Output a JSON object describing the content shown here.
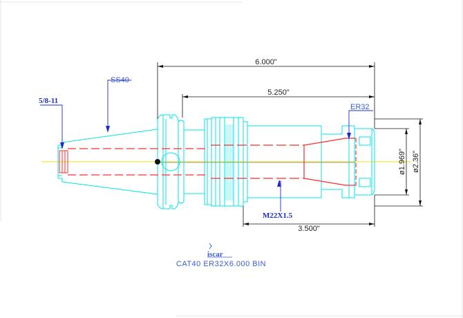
{
  "drawing": {
    "dimensions": {
      "overall_length": "6.000\"",
      "flange_length": "5.250\"",
      "nut_length": "3.500\"",
      "diameter_small": "ø1.969\"",
      "diameter_large": "ø2.36\""
    },
    "callouts": {
      "pull_stud_thread": "5/8-11",
      "taper": "SS40",
      "collet": "ER32",
      "nut_thread": "M22X1.5"
    },
    "title_block": {
      "logo": "iscar",
      "part_name": "CAT40 ER32X6.000 BIN"
    },
    "colors": {
      "body_outline": "#00e5ee",
      "hidden_lines": "#ff2a2a",
      "dimension_lines": "#111111",
      "leader_lines": "#1a2ccc",
      "centerline": "#f0e000"
    }
  }
}
